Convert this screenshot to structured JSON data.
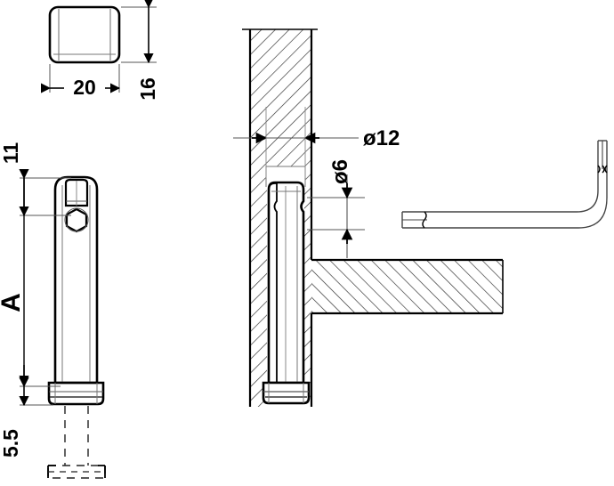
{
  "drawing": {
    "title": "Mechanical pin assembly technical drawing",
    "background_color": "#ffffff",
    "line_color": "#000000",
    "thin_line_color": "#555555",
    "hatch_color": "#333333",
    "views": [
      {
        "name": "top-view-pin-head",
        "label": "Top view of pin head"
      },
      {
        "name": "front-view-pin",
        "label": "Front elevation of pin"
      },
      {
        "name": "section-view-assembly",
        "label": "Sectional assembly view"
      },
      {
        "name": "hex-key-view",
        "label": "Hex key (Allen key) side view"
      }
    ]
  },
  "dimensions": {
    "width_top": "20",
    "height_top": "16",
    "head_offset": "11",
    "overall_length": "A",
    "flange_height": "5.5",
    "bore_large": "ø12",
    "bore_small": "ø6"
  },
  "labels": {
    "twenty": "20",
    "sixteen": "16",
    "eleven": "11",
    "letter_a": "A",
    "five_point_five": "5.5",
    "dia12": "ø12",
    "dia6": "ø6"
  }
}
